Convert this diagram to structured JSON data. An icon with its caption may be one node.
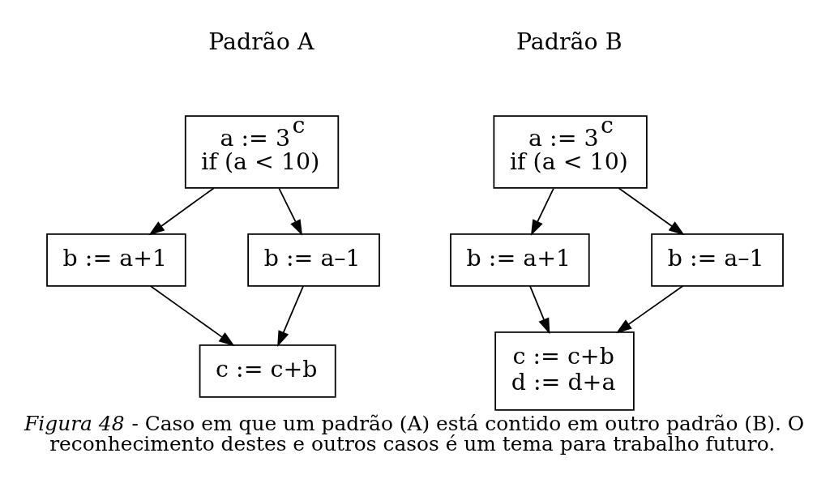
{
  "diagram": {
    "caption": "*Figura 48* - Caso em que um padrão (A) está contido em outro padrão (B). O reconhecimento destes e outros casos é um tema para trabalho futuro.",
    "nodes": [
      {
        "text": [
          "a := 3$^{c}$",
          "if (a < 10)"
        ]
      },
      {
        "text": [
          "b := a+1"
        ]
      },
      {
        "text": [
          "b := a–1"
        ]
      },
      {
        "text": [
          "c := c+b"
        ]
      },
      {
        "text": [
          "a := 3$^{c}$",
          "if (a < 10)"
        ]
      },
      {
        "text": [
          "b := a+1"
        ]
      },
      {
        "text": [
          "b := a–1"
        ]
      },
      {
        "text": [
          "c := c+b",
          "d := d+a"
        ]
      }
    ],
    "edges": [
      {
        "from": 0,
        "to": 1,
        "arrow": "to"
      },
      {
        "from": 0,
        "to": 2,
        "arrow": "to"
      },
      {
        "from": 1,
        "to": 3,
        "arrow": "to"
      },
      {
        "from": 2,
        "to": 3,
        "arrow": "to"
      },
      {
        "from": 4,
        "to": 5,
        "arrow": "to"
      },
      {
        "from": 4,
        "to": 6,
        "arrow": "to"
      },
      {
        "from": 5,
        "to": 7,
        "arrow": "to"
      },
      {
        "from": 6,
        "to": 7,
        "arrow": "to"
      }
    ],
    "labels": [
      "Padrão A",
      "Padrão B"
    ]
  }
}
